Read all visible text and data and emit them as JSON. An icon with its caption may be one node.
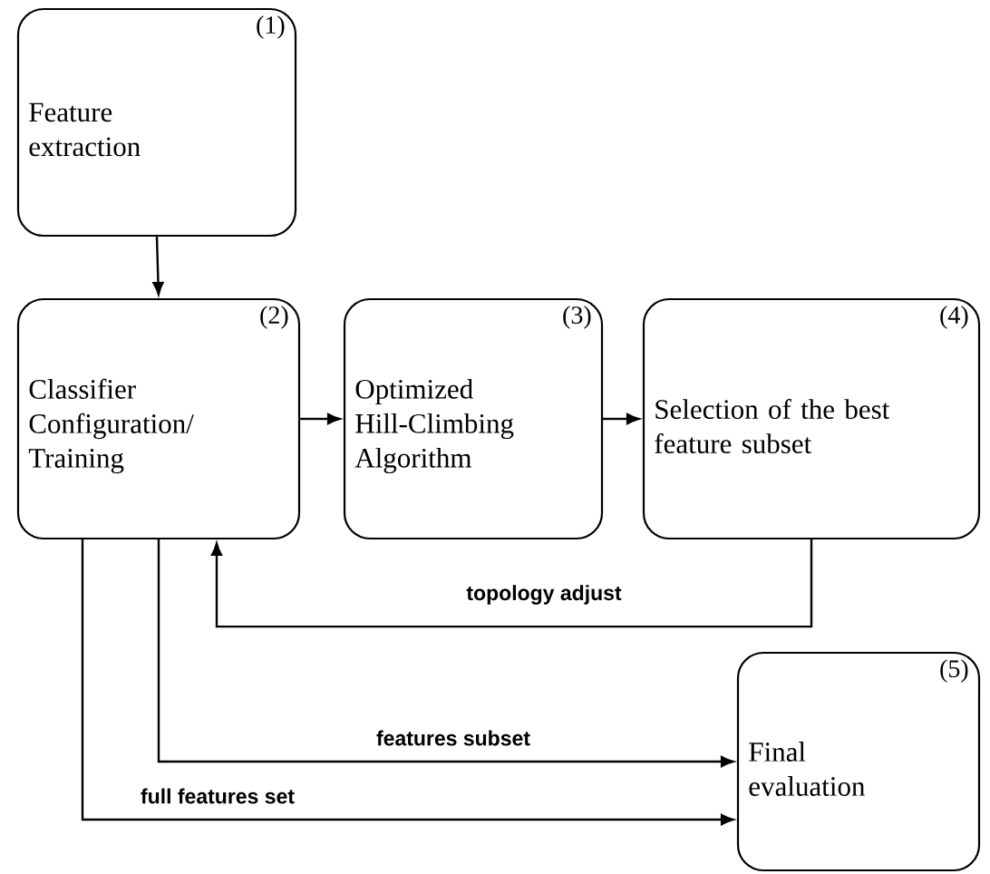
{
  "diagram": {
    "nodes": [
      {
        "text": [
          "(1)",
          "Feature extraction"
        ]
      },
      {
        "text": [
          "(2)",
          "Classifier Configuration/ Training"
        ]
      },
      {
        "text": [
          "(3)",
          "Optimized Hill-Climbing Algorithm"
        ]
      },
      {
        "text": [
          "(4)",
          "Selection of the best feature subset"
        ]
      },
      {
        "text": [
          "(5)",
          "Final evaluation"
        ]
      }
    ],
    "edges": [
      {
        "from": 0,
        "to": 1,
        "arrow": "to"
      },
      {
        "from": 1,
        "to": 2,
        "arrow": "to"
      },
      {
        "from": 2,
        "to": 3,
        "arrow": "to"
      },
      {
        "from": 3,
        "to": 1,
        "arrow": "to",
        "label": "topology adjust"
      },
      {
        "from": 1,
        "to": 4,
        "arrow": "to",
        "label": "features subset"
      },
      {
        "from": 1,
        "to": 4,
        "arrow": "to",
        "label": "full features set"
      }
    ]
  }
}
